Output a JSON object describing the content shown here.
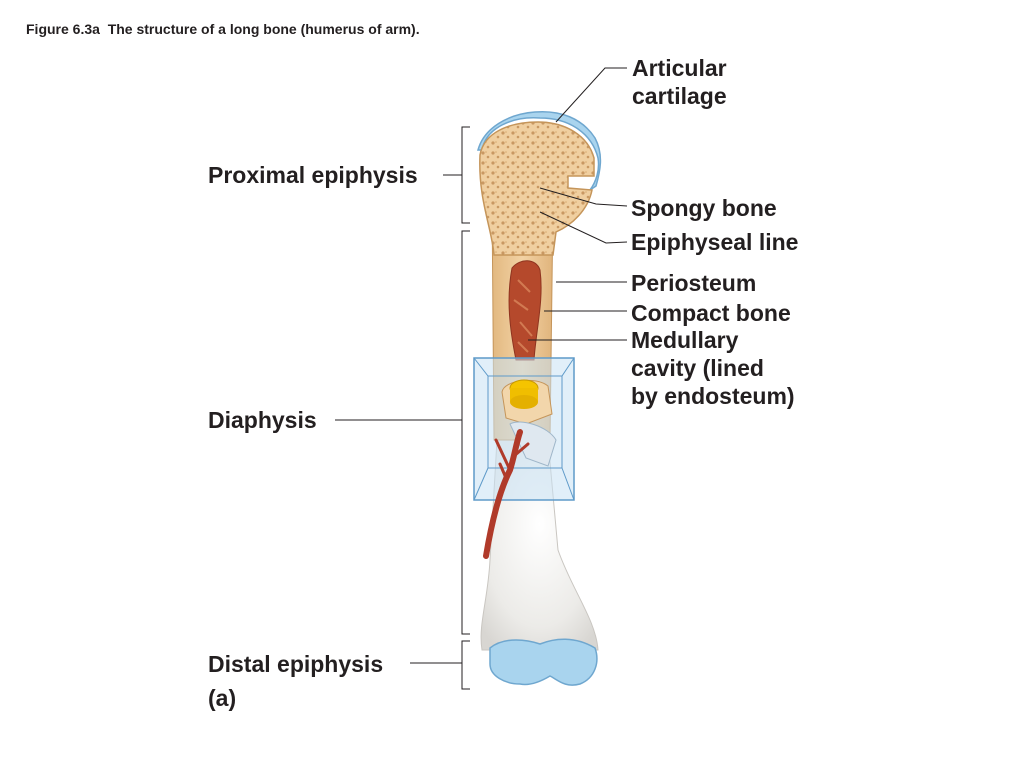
{
  "figure": {
    "caption": "Figure 6.3a  The structure of a long bone (humerus of arm).",
    "panel_letter": "(a)"
  },
  "labels": {
    "articular_cartilage": [
      "Articular",
      "cartilage"
    ],
    "proximal_epiphysis": "Proximal epiphysis",
    "spongy_bone": "Spongy bone",
    "epiphyseal_line": "Epiphyseal line",
    "periosteum": "Periosteum",
    "compact_bone": "Compact bone",
    "medullary_cavity": [
      "Medullary",
      "cavity (lined",
      "by endosteum)"
    ],
    "diaphysis": "Diaphysis",
    "distal_epiphysis": "Distal epiphysis"
  },
  "colors": {
    "text": "#231f20",
    "leader_line": "#231f20",
    "bone_tan": "#e8c08e",
    "cartilage_blue": "#a9d4ee",
    "marrow_red": "#b5492c",
    "blood_vessel": "#b03a2a",
    "bone_white": "#eeecea"
  }
}
